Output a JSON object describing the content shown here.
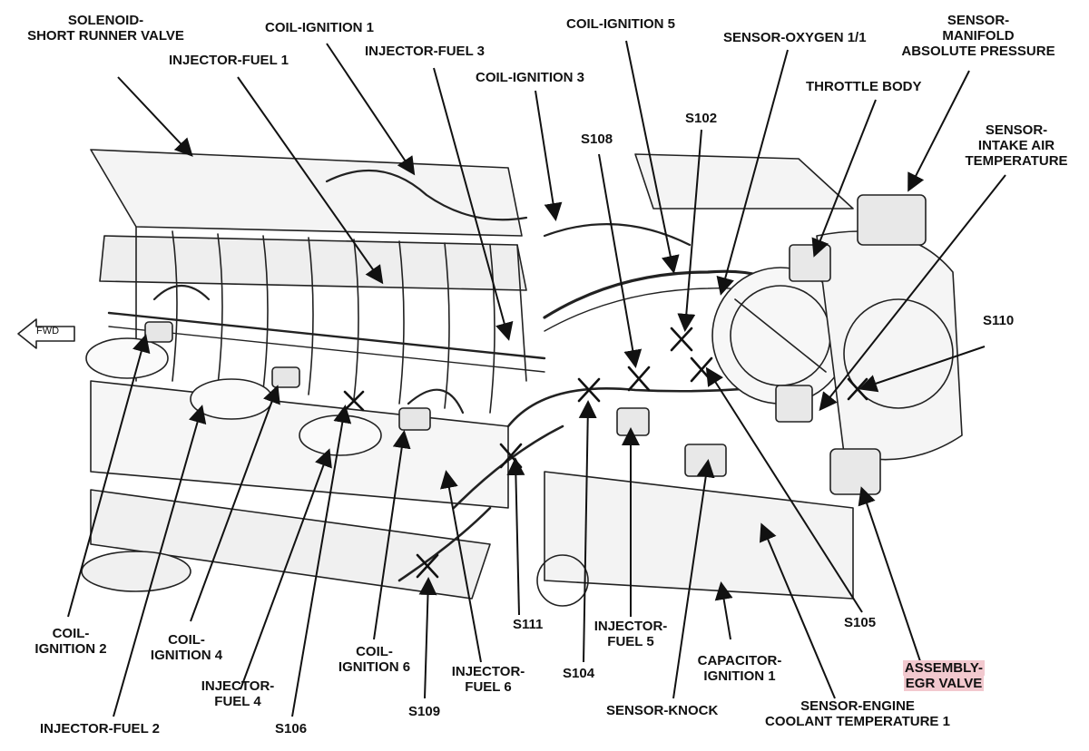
{
  "labels": {
    "solenoid": [
      "SOLENOID-",
      "SHORT RUNNER VALVE"
    ],
    "injector_fuel_1": "INJECTOR-FUEL 1",
    "coil_ignition_1": "COIL-IGNITION 1",
    "injector_fuel_3": "INJECTOR-FUEL 3",
    "coil_ignition_3": "COIL-IGNITION 3",
    "coil_ignition_5": "COIL-IGNITION 5",
    "sensor_oxygen": "SENSOR-OXYGEN 1/1",
    "sensor_map": [
      "SENSOR-",
      "MANIFOLD",
      "ABSOLUTE PRESSURE"
    ],
    "throttle_body": "THROTTLE BODY",
    "sensor_iat": [
      "SENSOR-",
      "INTAKE AIR",
      "TEMPERATURE"
    ],
    "s108": "S108",
    "s102": "S102",
    "s110": "S110",
    "fwd": "FWD",
    "coil_ignition_2": [
      "COIL-",
      "IGNITION 2"
    ],
    "coil_ignition_4": [
      "COIL-",
      "IGNITION 4"
    ],
    "injector_fuel_4": [
      "INJECTOR-",
      "FUEL 4"
    ],
    "injector_fuel_2": "INJECTOR-FUEL 2",
    "s106": "S106",
    "coil_ignition_6": [
      "COIL-",
      "IGNITION 6"
    ],
    "s109": "S109",
    "injector_fuel_6": [
      "INJECTOR-",
      "FUEL 6"
    ],
    "s111": "S111",
    "s104": "S104",
    "injector_fuel_5": [
      "INJECTOR-",
      "FUEL 5"
    ],
    "capacitor": [
      "CAPACITOR-",
      "IGNITION 1"
    ],
    "sensor_knock": "SENSOR-KNOCK",
    "sensor_ect": [
      "SENSOR-ENGINE",
      "COOLANT TEMPERATURE 1"
    ],
    "s105": "S105",
    "egr_valve": [
      "ASSEMBLY-",
      "EGR VALVE"
    ]
  },
  "colors": {
    "ink": "#111111",
    "highlight": "#f2c9cf"
  }
}
